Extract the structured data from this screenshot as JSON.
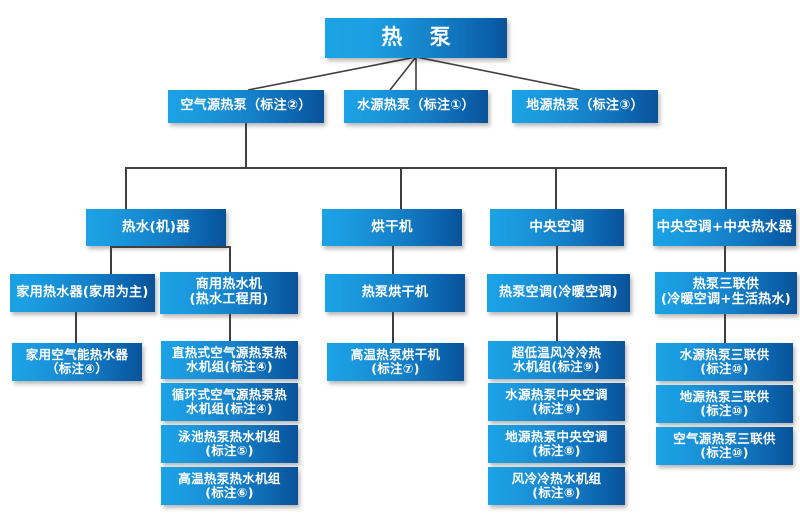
{
  "diagram": {
    "type": "tree",
    "title": "热泵产品分类树状图",
    "accent_color": "#1b9ae0",
    "accent_dark": "#0a5299",
    "line_color": "#3f3f3f",
    "background": "#ffffff",
    "root": {
      "label": "热 泵"
    },
    "level2": [
      {
        "label": "空气源热泵（标注②）"
      },
      {
        "label": "水源热泵（标注①）"
      },
      {
        "label": "地源热泵（标注③）"
      }
    ],
    "level3": [
      {
        "label": "热水(机)器"
      },
      {
        "label": "烘干机"
      },
      {
        "label": "中央空调"
      },
      {
        "label": "中央空调+中央热水器"
      }
    ],
    "level4": [
      {
        "label": "家用热水器(家用为主)"
      },
      {
        "label": "商用热水机\n(热水工程用)"
      },
      {
        "label": "热泵烘干机"
      },
      {
        "label": "热泵空调(冷暖空调)"
      },
      {
        "label": "热泵三联供\n(冷暖空调+生活热水)"
      }
    ],
    "leaves": {
      "home_water_heater": [
        {
          "label": "家用空气能热水器\n（标注④）"
        }
      ],
      "commercial_water_heater": [
        {
          "label": "直热式空气源热泵热\n水机组(标注④)"
        },
        {
          "label": "循环式空气源热泵热\n水机组(标注④)"
        },
        {
          "label": "泳池热泵热水机组\n(标注⑤)"
        },
        {
          "label": "高温热泵热水机组\n(标注⑥)"
        }
      ],
      "dryer": [
        {
          "label": "高温热泵烘干机\n(标注⑦)"
        }
      ],
      "central_ac": [
        {
          "label": "超低温风冷冷热\n水机组(标注⑨)"
        },
        {
          "label": "水源热泵中央空调\n(标注⑧)"
        },
        {
          "label": "地源热泵中央空调\n(标注⑧)"
        },
        {
          "label": "风冷冷热水机组\n(标注⑧)"
        }
      ],
      "tri_generation": [
        {
          "label": "水源热泵三联供\n(标注⑩)"
        },
        {
          "label": "地源热泵三联供\n(标注⑩)"
        },
        {
          "label": "空气源热泵三联供\n(标注⑩)"
        }
      ]
    }
  }
}
